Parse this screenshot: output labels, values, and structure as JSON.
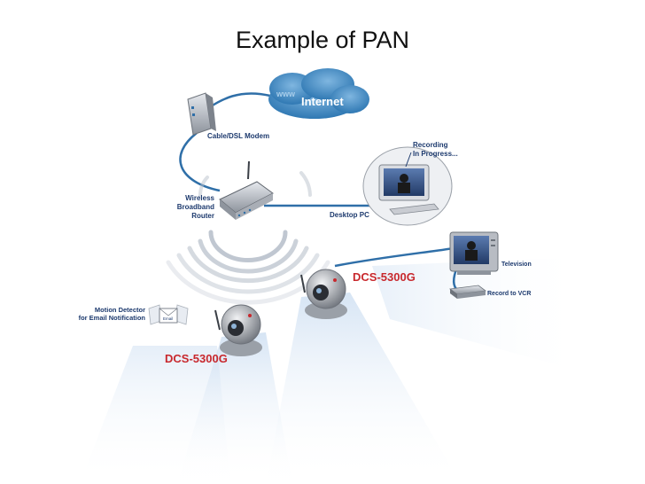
{
  "slide": {
    "title": "Example of PAN"
  },
  "cloud": {
    "prefix": "www",
    "label": "Internet"
  },
  "devices": {
    "modem": "Cable/DSL Modem",
    "router_line1": "Wireless",
    "router_line2": "Broadband",
    "router_line3": "Router",
    "desktop_pc": "Desktop PC",
    "recording_line1": "Recording",
    "recording_line2": "In Progress...",
    "television": "Television",
    "vcr": "Record to VCR",
    "motion_line1": "Motion Detector",
    "motion_line2": "for Email Notification",
    "email_tag": "Email",
    "camera_right_model": "DCS-5300G",
    "camera_left_model": "DCS-5300G"
  },
  "colors": {
    "link_line": "#2f6fa8",
    "cloud": "#4f95c9",
    "model_text": "#c8282d",
    "label_text": "#1d3a6e"
  }
}
